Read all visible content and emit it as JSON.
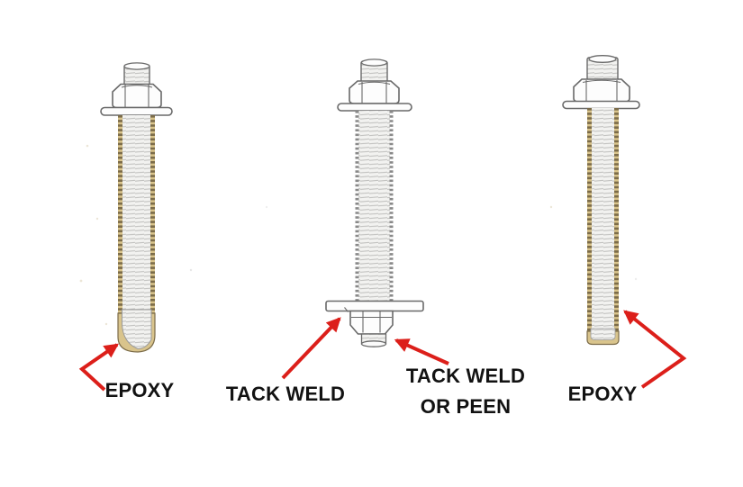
{
  "labels": {
    "epoxy_left": "EPOXY",
    "tack_weld": "TACK WELD",
    "tack_weld_or_peen_line1": "TACK WELD",
    "tack_weld_or_peen_line2": "OR PEEN",
    "epoxy_right": "EPOXY"
  },
  "colors": {
    "arrow_red": "#dc1f1a",
    "epoxy_tan": "#d9c48c",
    "epoxy_dark": "#7c6c49",
    "line_gray": "#696969",
    "text_black": "#121212"
  }
}
